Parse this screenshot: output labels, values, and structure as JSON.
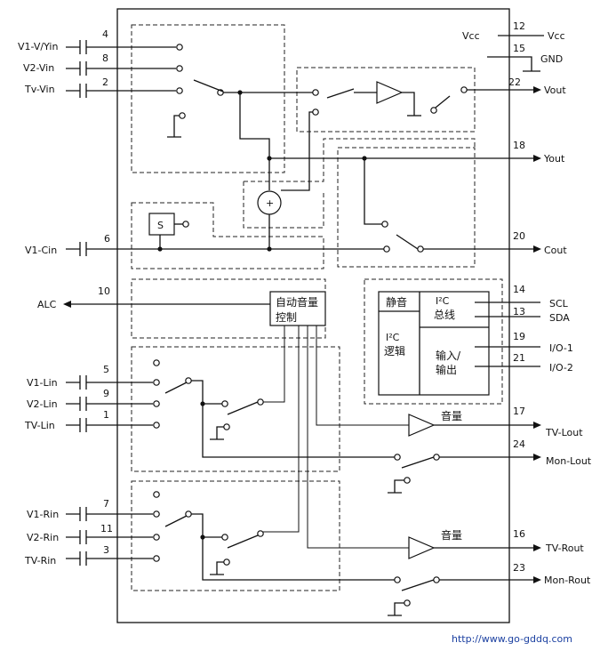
{
  "pins_left": {
    "v1_vyin": "V1-V/Yin",
    "v2_vin": "V2-Vin",
    "tv_vin": "Tv-Vin",
    "v1_cin": "V1-Cin",
    "alc": "ALC",
    "v1_lin": "V1-Lin",
    "v2_lin": "V2-Lin",
    "tv_lin": "TV-Lin",
    "v1_rin": "V1-Rin",
    "v2_rin": "V2-Rin",
    "tv_rin": "TV-Rin"
  },
  "pins_right": {
    "vcc_left": "Vcc",
    "vcc_right": "Vcc",
    "gnd": "GND",
    "vout": "Vout",
    "yout": "Yout",
    "cout": "Cout",
    "scl": "SCL",
    "sda": "SDA",
    "io1": "I/O-1",
    "io2": "I/O-2",
    "tv_lout": "TV-Lout",
    "mon_lout": "Mon-Lout",
    "tv_rout": "TV-Rout",
    "mon_rout": "Mon-Rout"
  },
  "pin_numbers": {
    "p4": "4",
    "p8": "8",
    "p2": "2",
    "p6": "6",
    "p10": "10",
    "p5": "5",
    "p9": "9",
    "p1": "1",
    "p7": "7",
    "p11": "11",
    "p3": "3",
    "p12": "12",
    "p15": "15",
    "p22": "22",
    "p18": "18",
    "p20": "20",
    "p14": "14",
    "p13": "13",
    "p19": "19",
    "p21": "21",
    "p17": "17",
    "p24": "24",
    "p16": "16",
    "p23": "23"
  },
  "blocks": {
    "sync": "S",
    "plus": "+",
    "alc_line1": "自动音量",
    "alc_line2": "控制",
    "mute": "静音",
    "i2c_bus_head": "I²C",
    "i2c_bus": "总线",
    "i2c_logic_head": "I²C",
    "i2c_logic": "逻辑",
    "io_line1": "输入/",
    "io_line2": "输出",
    "vol_left": "音量",
    "vol_right": "音量"
  },
  "watermark": "http://www.go-gddq.com"
}
